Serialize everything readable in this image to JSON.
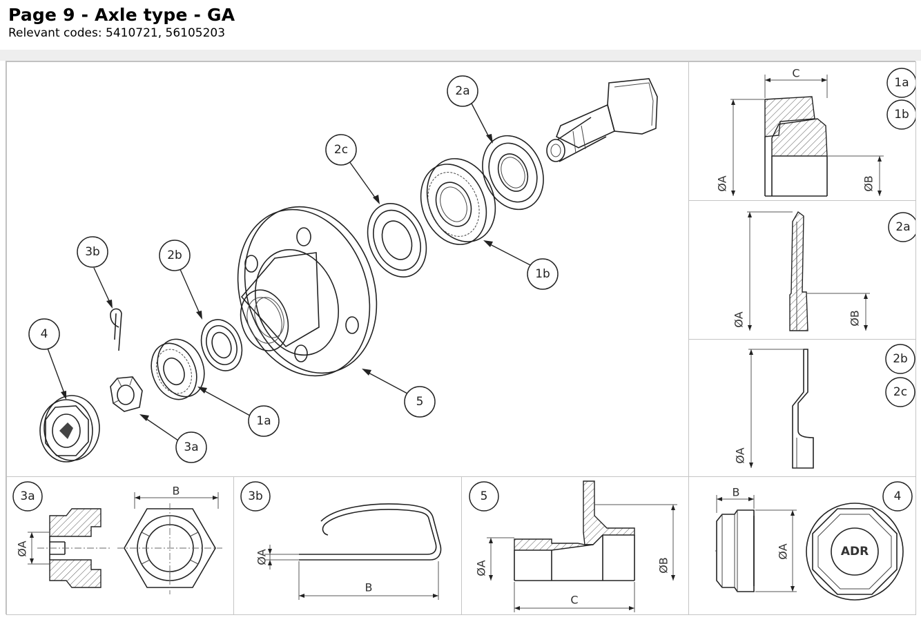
{
  "header": {
    "title": "Page 9 - Axle type - GA",
    "subtitle": "Relevant codes: 5410721, 56105203"
  },
  "exploded_view": {
    "callouts": [
      "2a",
      "2c",
      "3b",
      "2b",
      "4",
      "1b",
      "5",
      "1a",
      "3a"
    ]
  },
  "details": {
    "1ab": {
      "labels": [
        "1a",
        "1b"
      ],
      "dims": [
        "C",
        "ØA",
        "ØB"
      ]
    },
    "2a": {
      "labels": [
        "2a"
      ],
      "dims": [
        "ØA",
        "ØB"
      ]
    },
    "2bc": {
      "labels": [
        "2b",
        "2c"
      ],
      "dims": [
        "ØA"
      ]
    },
    "3a": {
      "labels": [
        "3a"
      ],
      "dims": [
        "B",
        "ØA"
      ]
    },
    "3b": {
      "labels": [
        "3b"
      ],
      "dims": [
        "ØA",
        "B"
      ]
    },
    "5": {
      "labels": [
        "5"
      ],
      "dims": [
        "ØA",
        "ØB",
        "C"
      ]
    },
    "4": {
      "labels": [
        "4"
      ],
      "dims": [
        "B",
        "ØA"
      ],
      "emblem": "ADR"
    }
  },
  "colors": {
    "line": "#222222",
    "frame": "#bdbdbd",
    "band": "#eeeeee"
  }
}
